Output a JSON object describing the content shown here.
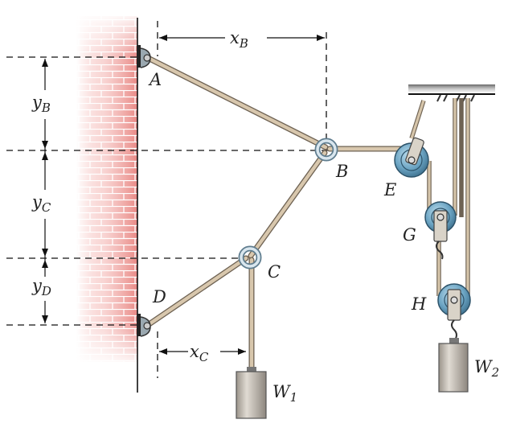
{
  "labels": {
    "A": "A",
    "B": "B",
    "C": "C",
    "D": "D",
    "E": "E",
    "G": "G",
    "H": "H"
  },
  "dimensions": {
    "xB": {
      "base": "x",
      "sub": "B"
    },
    "xC": {
      "base": "x",
      "sub": "C"
    },
    "yB": {
      "base": "y",
      "sub": "B"
    },
    "yC": {
      "base": "y",
      "sub": "C"
    },
    "yD": {
      "base": "y",
      "sub": "D"
    }
  },
  "weights": {
    "W1": {
      "base": "W",
      "sub": "1"
    },
    "W2": {
      "base": "W",
      "sub": "2"
    }
  },
  "colors": {
    "brick": "#e88a8a",
    "rope": "#d8c7ad",
    "pulley": "#6fa8c6",
    "weight": "#c9c3bb"
  }
}
